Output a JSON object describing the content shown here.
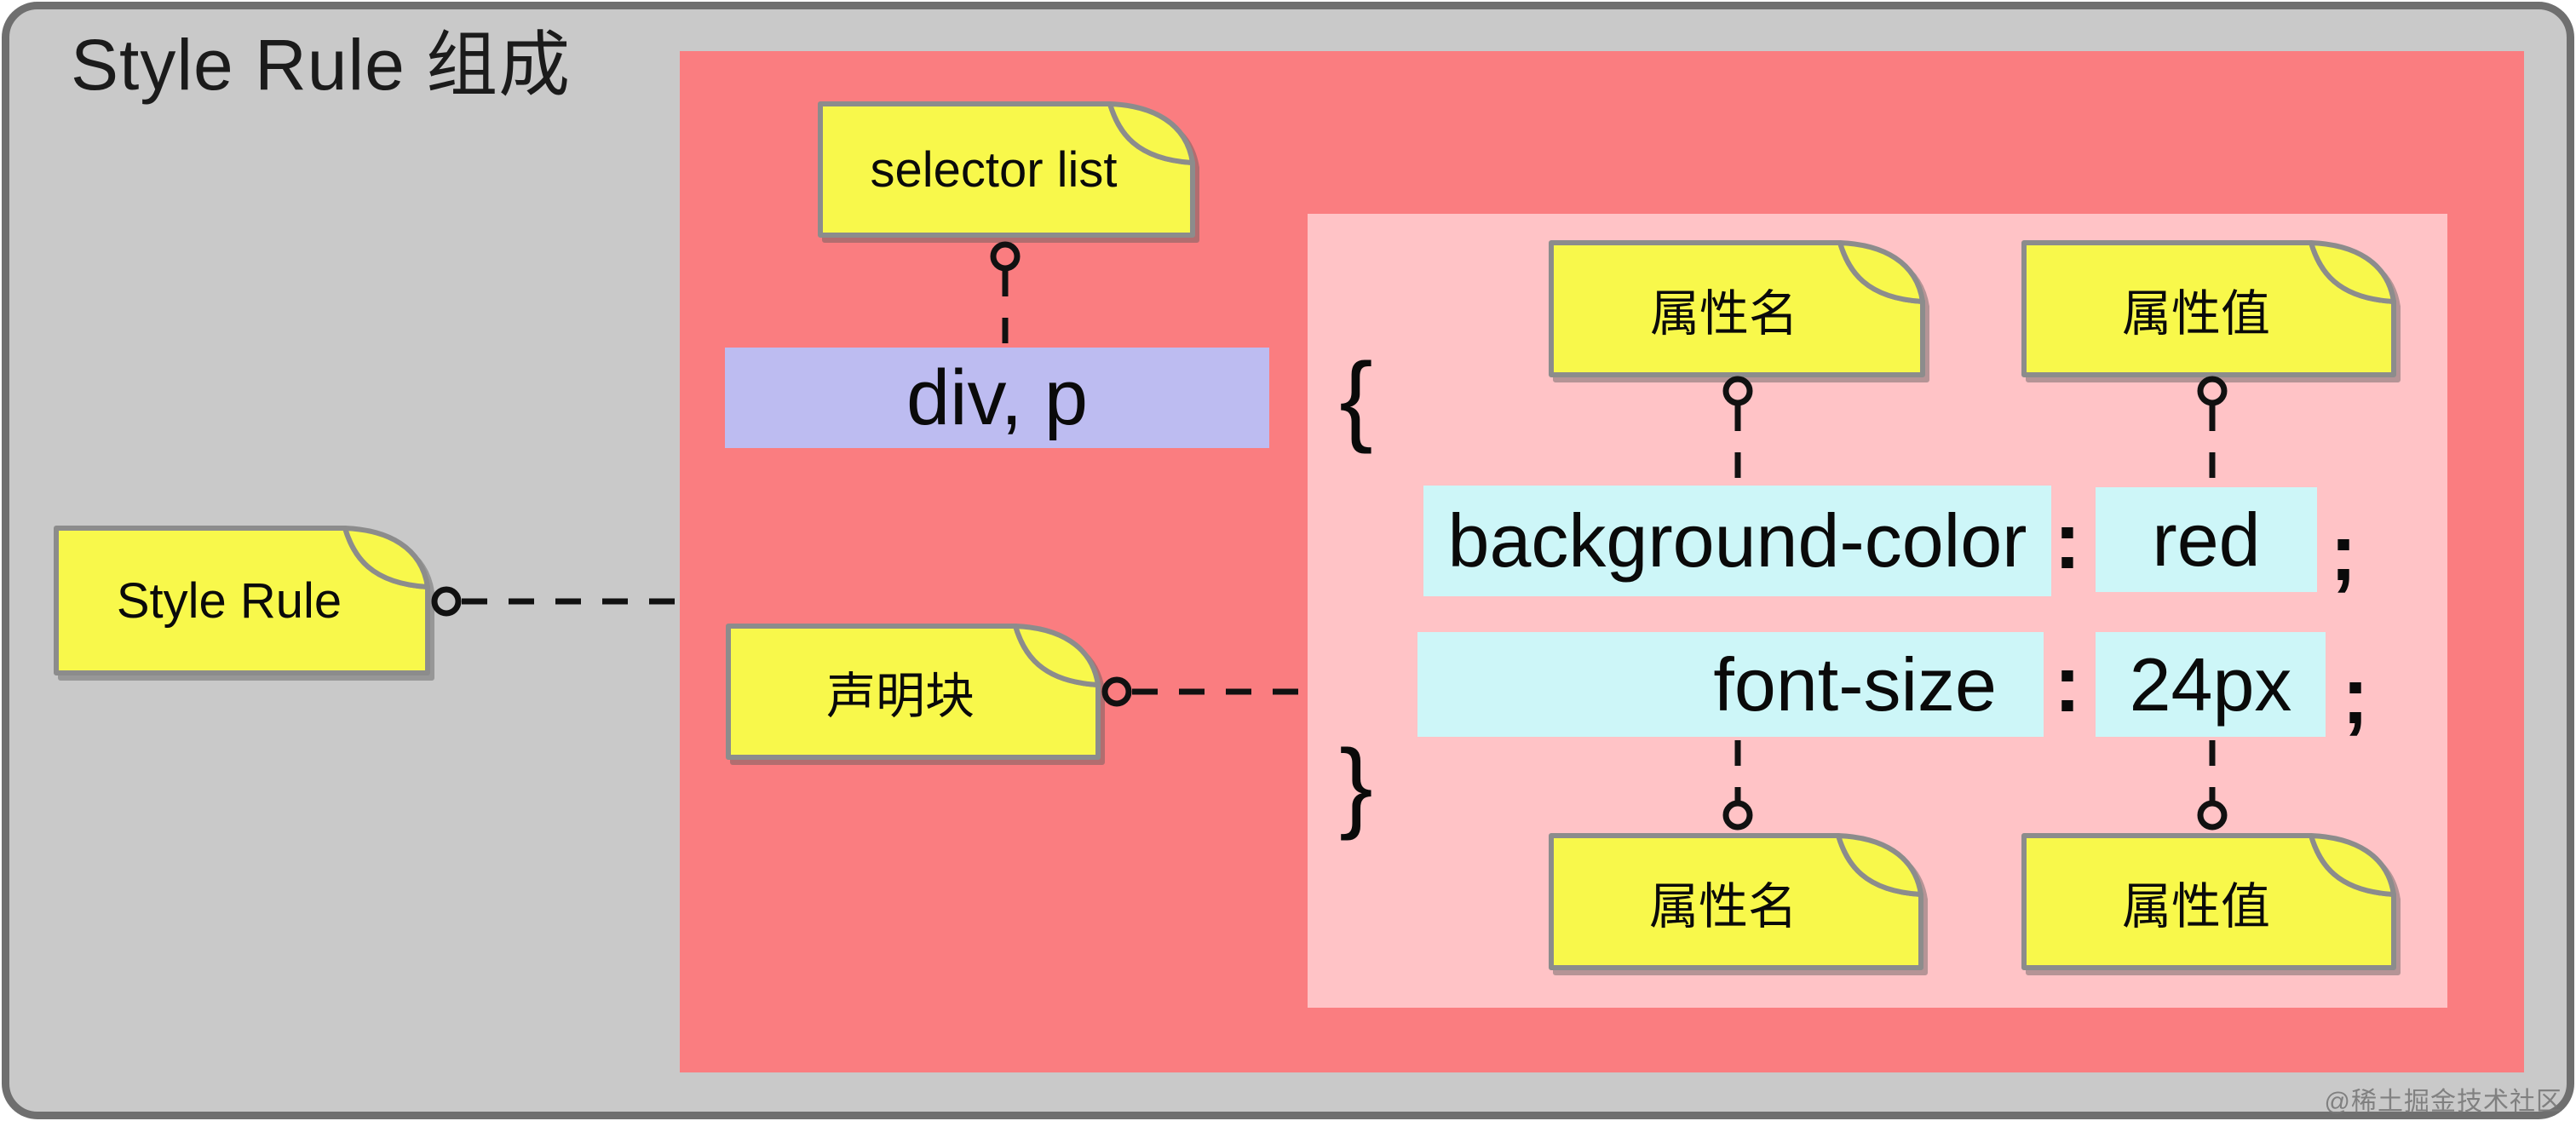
{
  "title": "Style Rule 组成",
  "watermark": "@稀土掘金技术社区",
  "colors": {
    "canvas_bg": "#c9c9c9",
    "canvas_border": "#6f6f6f",
    "rule_bg": "#fa7d80",
    "declaration_block_bg": "#ffc3c6",
    "note_fill": "#f8f84b",
    "note_border": "#8c8c8c",
    "selector_value_bg": "#bdbcf1",
    "code_value_bg": "#cdf6f8",
    "text": "#0a0a0a"
  },
  "code": {
    "selector": "div, p",
    "open_brace": "{",
    "close_brace": "}",
    "colon": ":",
    "semicolon": ";",
    "declarations": [
      {
        "property": "background-color",
        "value": "red"
      },
      {
        "property": "font-size",
        "value": "24px"
      }
    ]
  },
  "notes": [
    {
      "id": "selector-list",
      "label": "selector list"
    },
    {
      "id": "style-rule",
      "label": "Style Rule"
    },
    {
      "id": "declaration-block",
      "label": "声明块"
    },
    {
      "id": "prop-name-top",
      "label": "属性名"
    },
    {
      "id": "prop-value-top",
      "label": "属性值"
    },
    {
      "id": "prop-name-bottom",
      "label": "属性名"
    },
    {
      "id": "prop-value-bottom",
      "label": "属性值"
    }
  ]
}
